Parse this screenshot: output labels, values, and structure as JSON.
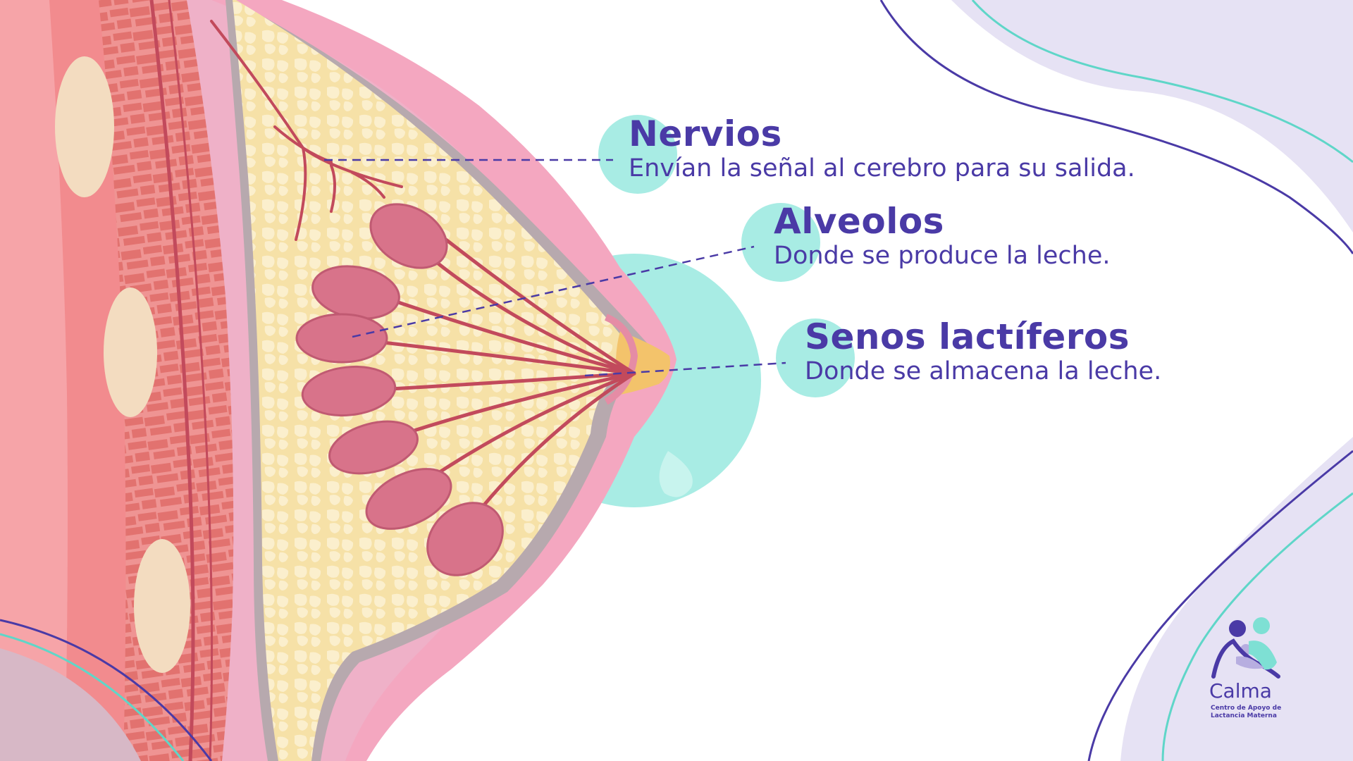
{
  "labels": [
    {
      "title": "Nervios",
      "description": "Envían la señal al cerebro para su salida."
    },
    {
      "title": "Alveolos",
      "description": "Donde se produce la leche."
    },
    {
      "title": "Senos lactíferos",
      "description": "Donde se almacena la leche."
    }
  ],
  "logo": {
    "name": "Calma",
    "tagline": "Centro de Apoyo de\nLactancia Materna"
  },
  "colors": {
    "text": "#4a3aa6",
    "pink_skin": "#f4a7c0",
    "fat_tissue": "#f5dea3",
    "alveoli": "#d8738a",
    "ducts": "#c24a5c",
    "muscle": "#e98a8a",
    "teal_accent": "#a8ece4",
    "lavender_bg": "#e5e2f3",
    "line_purple": "#4a3aa6",
    "line_teal": "#5fd6c8"
  },
  "icons": [
    "calma-logo-icon"
  ]
}
